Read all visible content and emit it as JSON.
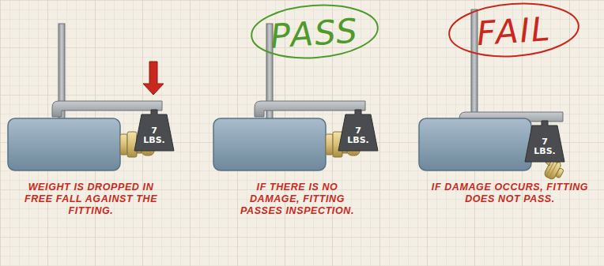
{
  "diagram": {
    "nodes": [
      {
        "text": [
          "7 LBS."
        ]
      },
      {
        "text": [
          "PASS"
        ]
      },
      {
        "text": [
          "7 LBS."
        ]
      },
      {
        "text": [
          "FAIL"
        ]
      },
      {
        "text": [
          "7 LBS."
        ]
      }
    ],
    "labels": [
      "WEIGHT IS DROPPED IN FREE FALL AGAINST THE FITTING.",
      "IF THERE IS NO DAMAGE, FITTING PASSES INSPECTION.",
      "IF DAMAGE OCCURS, FITTING DOES NOT PASS."
    ]
  }
}
